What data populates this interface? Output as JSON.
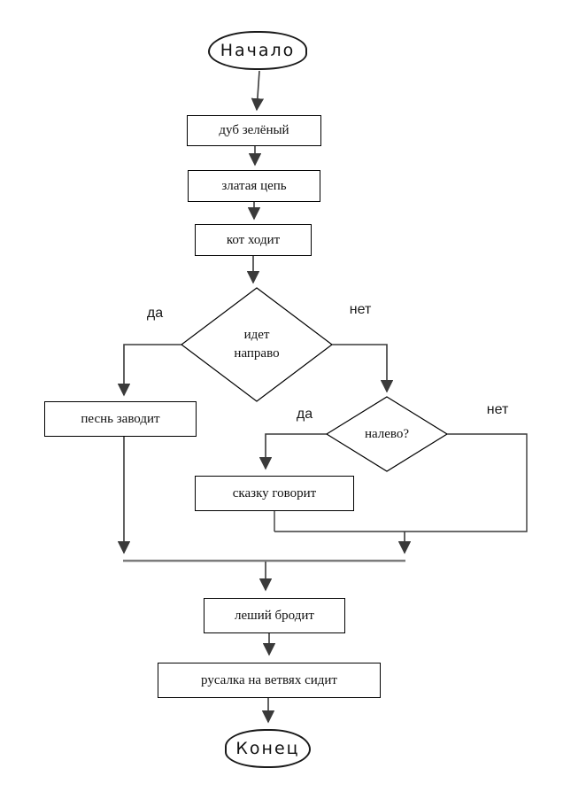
{
  "diagram": {
    "terminals": {
      "start": "Начало",
      "end": "Конец"
    },
    "boxes": {
      "oak": "дуб зелёный",
      "chain": "златая цепь",
      "cat": "кот ходит",
      "song": "песнь заводит",
      "tale": "сказку говорит",
      "leshy": "леший бродит",
      "mermaid": "русалка на ветвях сидит"
    },
    "decisions": {
      "right": {
        "line1": "идет",
        "line2": "направо"
      },
      "left": "налево?"
    },
    "labels": {
      "right_yes": "да",
      "right_no": "нет",
      "left_yes": "да",
      "left_no": "нет"
    },
    "colors": {
      "line": "#3a3a3a",
      "merge_line": "#7d7d7d",
      "border": "#000000",
      "background": "#ffffff"
    }
  }
}
